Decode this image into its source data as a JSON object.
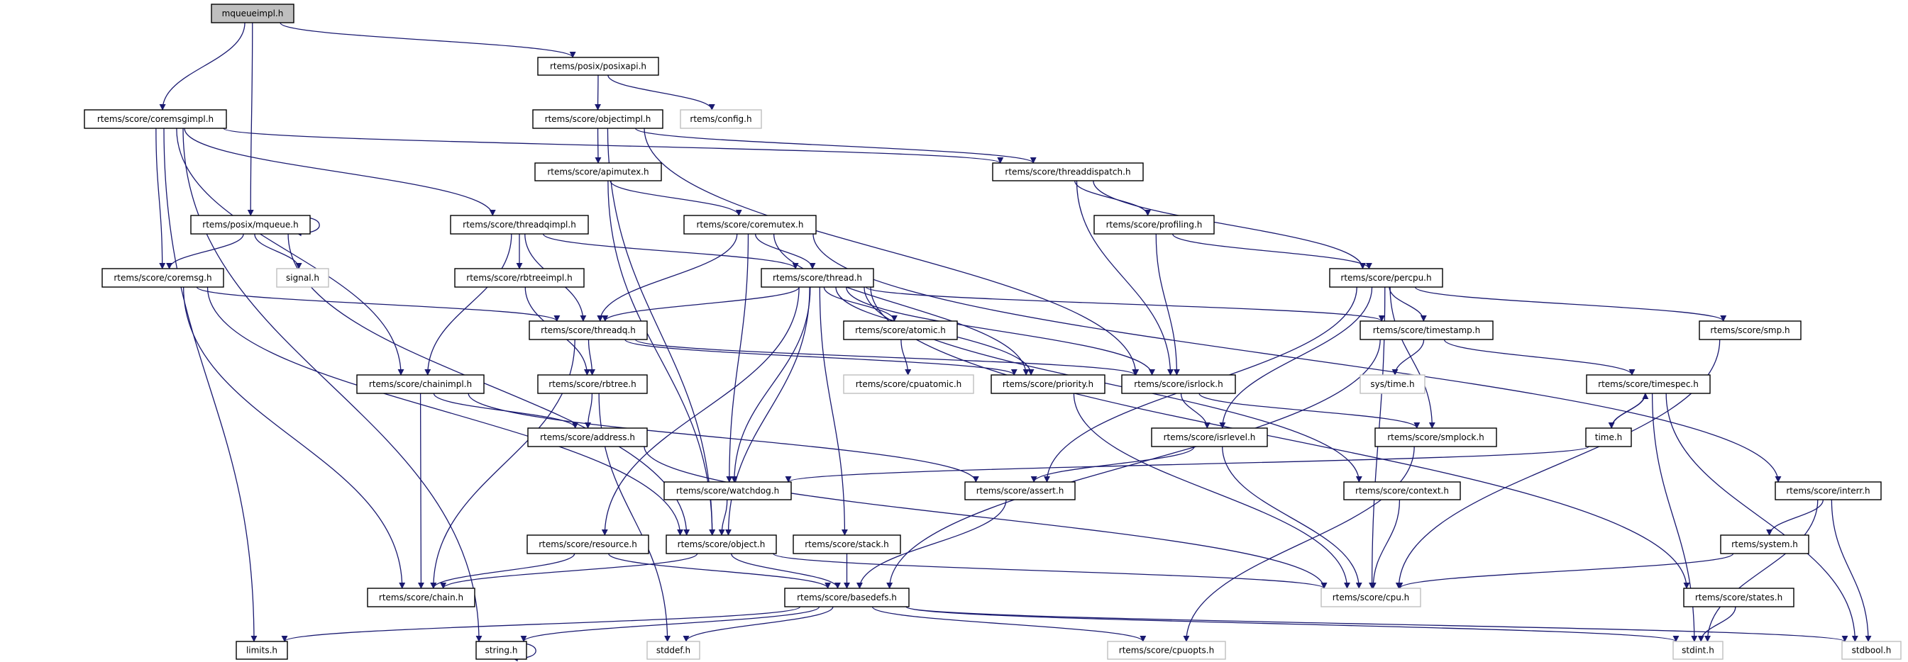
{
  "edge_color": "#191970",
  "root_fill": "#bfbfbf",
  "external_border": "#bfbfbf",
  "nodes": [
    {
      "id": "mqueueimpl",
      "label": "mqueueimpl.h",
      "kind": "root"
    },
    {
      "id": "posixapi",
      "label": "rtems/posix/posixapi.h",
      "kind": "int"
    },
    {
      "id": "config",
      "label": "rtems/config.h",
      "kind": "ext"
    },
    {
      "id": "coremsgimpl",
      "label": "rtems/score/coremsgimpl.h",
      "kind": "int"
    },
    {
      "id": "objectimpl",
      "label": "rtems/score/objectimpl.h",
      "kind": "int"
    },
    {
      "id": "apimutex",
      "label": "rtems/score/apimutex.h",
      "kind": "int"
    },
    {
      "id": "threaddispatch",
      "label": "rtems/score/threaddispatch.h",
      "kind": "int"
    },
    {
      "id": "mqueue",
      "label": "rtems/posix/mqueue.h",
      "kind": "int"
    },
    {
      "id": "threadqimpl",
      "label": "rtems/score/threadqimpl.h",
      "kind": "int"
    },
    {
      "id": "coremutex",
      "label": "rtems/score/coremutex.h",
      "kind": "int"
    },
    {
      "id": "profiling",
      "label": "rtems/score/profiling.h",
      "kind": "int"
    },
    {
      "id": "coremsg",
      "label": "rtems/score/coremsg.h",
      "kind": "int"
    },
    {
      "id": "signal",
      "label": "signal.h",
      "kind": "ext"
    },
    {
      "id": "rbtreeimpl",
      "label": "rtems/score/rbtreeimpl.h",
      "kind": "int"
    },
    {
      "id": "thread",
      "label": "rtems/score/thread.h",
      "kind": "int"
    },
    {
      "id": "percpu",
      "label": "rtems/score/percpu.h",
      "kind": "int"
    },
    {
      "id": "threadq",
      "label": "rtems/score/threadq.h",
      "kind": "int"
    },
    {
      "id": "atomic",
      "label": "rtems/score/atomic.h",
      "kind": "int"
    },
    {
      "id": "timestamp",
      "label": "rtems/score/timestamp.h",
      "kind": "int"
    },
    {
      "id": "smp",
      "label": "rtems/score/smp.h",
      "kind": "int"
    },
    {
      "id": "chainimpl",
      "label": "rtems/score/chainimpl.h",
      "kind": "int"
    },
    {
      "id": "rbtree",
      "label": "rtems/score/rbtree.h",
      "kind": "int"
    },
    {
      "id": "cpuatomic",
      "label": "rtems/score/cpuatomic.h",
      "kind": "ext"
    },
    {
      "id": "priority",
      "label": "rtems/score/priority.h",
      "kind": "int"
    },
    {
      "id": "isrlock",
      "label": "rtems/score/isrlock.h",
      "kind": "int"
    },
    {
      "id": "systime",
      "label": "sys/time.h",
      "kind": "ext"
    },
    {
      "id": "timespec",
      "label": "rtems/score/timespec.h",
      "kind": "int"
    },
    {
      "id": "address",
      "label": "rtems/score/address.h",
      "kind": "int"
    },
    {
      "id": "isrlevel",
      "label": "rtems/score/isrlevel.h",
      "kind": "int"
    },
    {
      "id": "smplock",
      "label": "rtems/score/smplock.h",
      "kind": "int"
    },
    {
      "id": "time",
      "label": "time.h",
      "kind": "int"
    },
    {
      "id": "watchdog",
      "label": "rtems/score/watchdog.h",
      "kind": "int"
    },
    {
      "id": "assert",
      "label": "rtems/score/assert.h",
      "kind": "int"
    },
    {
      "id": "context",
      "label": "rtems/score/context.h",
      "kind": "int"
    },
    {
      "id": "interr",
      "label": "rtems/score/interr.h",
      "kind": "int"
    },
    {
      "id": "resource",
      "label": "rtems/score/resource.h",
      "kind": "int"
    },
    {
      "id": "object",
      "label": "rtems/score/object.h",
      "kind": "int"
    },
    {
      "id": "stack",
      "label": "rtems/score/stack.h",
      "kind": "int"
    },
    {
      "id": "system",
      "label": "rtems/system.h",
      "kind": "int"
    },
    {
      "id": "chain",
      "label": "rtems/score/chain.h",
      "kind": "int"
    },
    {
      "id": "basedefs",
      "label": "rtems/score/basedefs.h",
      "kind": "int"
    },
    {
      "id": "cpu",
      "label": "rtems/score/cpu.h",
      "kind": "ext"
    },
    {
      "id": "states",
      "label": "rtems/score/states.h",
      "kind": "int"
    },
    {
      "id": "limits",
      "label": "limits.h",
      "kind": "int"
    },
    {
      "id": "string",
      "label": "string.h",
      "kind": "int"
    },
    {
      "id": "stddef",
      "label": "stddef.h",
      "kind": "ext"
    },
    {
      "id": "cpuopts",
      "label": "rtems/score/cpuopts.h",
      "kind": "ext"
    },
    {
      "id": "stdint",
      "label": "stdint.h",
      "kind": "ext"
    },
    {
      "id": "stdbool",
      "label": "stdbool.h",
      "kind": "ext"
    }
  ],
  "edges": [
    [
      "mqueueimpl",
      "coremsgimpl"
    ],
    [
      "mqueueimpl",
      "mqueue"
    ],
    [
      "mqueueimpl",
      "posixapi"
    ],
    [
      "posixapi",
      "objectimpl"
    ],
    [
      "posixapi",
      "config"
    ],
    [
      "coremsgimpl",
      "limits"
    ],
    [
      "coremsgimpl",
      "string"
    ],
    [
      "coremsgimpl",
      "chainimpl"
    ],
    [
      "coremsgimpl",
      "coremsg"
    ],
    [
      "coremsgimpl",
      "threadqimpl"
    ],
    [
      "coremsgimpl",
      "threaddispatch"
    ],
    [
      "mqueue",
      "mqueue"
    ],
    [
      "mqueue",
      "coremsg"
    ],
    [
      "mqueue",
      "signal"
    ],
    [
      "mqueue",
      "object"
    ],
    [
      "objectimpl",
      "apimutex"
    ],
    [
      "objectimpl",
      "threaddispatch"
    ],
    [
      "objectimpl",
      "isrlock"
    ],
    [
      "objectimpl",
      "object"
    ],
    [
      "apimutex",
      "coremutex"
    ],
    [
      "apimutex",
      "object"
    ],
    [
      "threadqimpl",
      "chainimpl"
    ],
    [
      "threadqimpl",
      "rbtreeimpl"
    ],
    [
      "threadqimpl",
      "threadq"
    ],
    [
      "threadqimpl",
      "thread"
    ],
    [
      "coremsg",
      "threadq"
    ],
    [
      "coremsg",
      "chain"
    ],
    [
      "coremsg",
      "object"
    ],
    [
      "threaddispatch",
      "profiling"
    ],
    [
      "threaddispatch",
      "percpu"
    ],
    [
      "threaddispatch",
      "isrlock"
    ],
    [
      "coremutex",
      "threadq"
    ],
    [
      "coremutex",
      "watchdog"
    ],
    [
      "coremutex",
      "thread"
    ],
    [
      "coremutex",
      "priority"
    ],
    [
      "coremutex",
      "interr"
    ],
    [
      "profiling",
      "percpu"
    ],
    [
      "profiling",
      "isrlock"
    ],
    [
      "rbtreeimpl",
      "rbtree"
    ],
    [
      "thread",
      "threadq"
    ],
    [
      "thread",
      "resource"
    ],
    [
      "thread",
      "watchdog"
    ],
    [
      "thread",
      "object"
    ],
    [
      "thread",
      "stack"
    ],
    [
      "thread",
      "atomic"
    ],
    [
      "thread",
      "priority"
    ],
    [
      "thread",
      "isrlock"
    ],
    [
      "thread",
      "context"
    ],
    [
      "thread",
      "timestamp"
    ],
    [
      "thread",
      "states"
    ],
    [
      "percpu",
      "timestamp"
    ],
    [
      "percpu",
      "smp"
    ],
    [
      "percpu",
      "isrlevel"
    ],
    [
      "percpu",
      "assert"
    ],
    [
      "percpu",
      "smplock"
    ],
    [
      "percpu",
      "cpu"
    ],
    [
      "threadq",
      "chain"
    ],
    [
      "threadq",
      "rbtree"
    ],
    [
      "threadq",
      "priority"
    ],
    [
      "threadq",
      "isrlock"
    ],
    [
      "atomic",
      "cpuatomic"
    ],
    [
      "timestamp",
      "systime"
    ],
    [
      "timestamp",
      "timespec"
    ],
    [
      "timestamp",
      "basedefs"
    ],
    [
      "smp",
      "cpu"
    ],
    [
      "chainimpl",
      "chain"
    ],
    [
      "chainimpl",
      "address"
    ],
    [
      "chainimpl",
      "assert"
    ],
    [
      "rbtree",
      "address"
    ],
    [
      "rbtree",
      "stddef"
    ],
    [
      "priority",
      "cpu"
    ],
    [
      "isrlock",
      "isrlevel"
    ],
    [
      "isrlock",
      "smplock"
    ],
    [
      "timespec",
      "time"
    ],
    [
      "timespec",
      "stdint"
    ],
    [
      "timespec",
      "stdbool"
    ],
    [
      "time",
      "timespec"
    ],
    [
      "time",
      "watchdog"
    ],
    [
      "address",
      "cpu"
    ],
    [
      "isrlevel",
      "assert"
    ],
    [
      "isrlevel",
      "cpu"
    ],
    [
      "smplock",
      "cpuopts"
    ],
    [
      "watchdog",
      "object"
    ],
    [
      "assert",
      "basedefs"
    ],
    [
      "context",
      "cpu"
    ],
    [
      "interr",
      "system"
    ],
    [
      "interr",
      "stdint"
    ],
    [
      "interr",
      "stdbool"
    ],
    [
      "resource",
      "chain"
    ],
    [
      "resource",
      "basedefs"
    ],
    [
      "object",
      "chain"
    ],
    [
      "object",
      "basedefs"
    ],
    [
      "object",
      "cpu"
    ],
    [
      "stack",
      "basedefs"
    ],
    [
      "system",
      "cpu"
    ],
    [
      "states",
      "stdint"
    ],
    [
      "basedefs",
      "limits"
    ],
    [
      "basedefs",
      "string"
    ],
    [
      "basedefs",
      "stddef"
    ],
    [
      "basedefs",
      "cpuopts"
    ],
    [
      "basedefs",
      "stdint"
    ],
    [
      "basedefs",
      "stdbool"
    ],
    [
      "string",
      "string"
    ]
  ]
}
